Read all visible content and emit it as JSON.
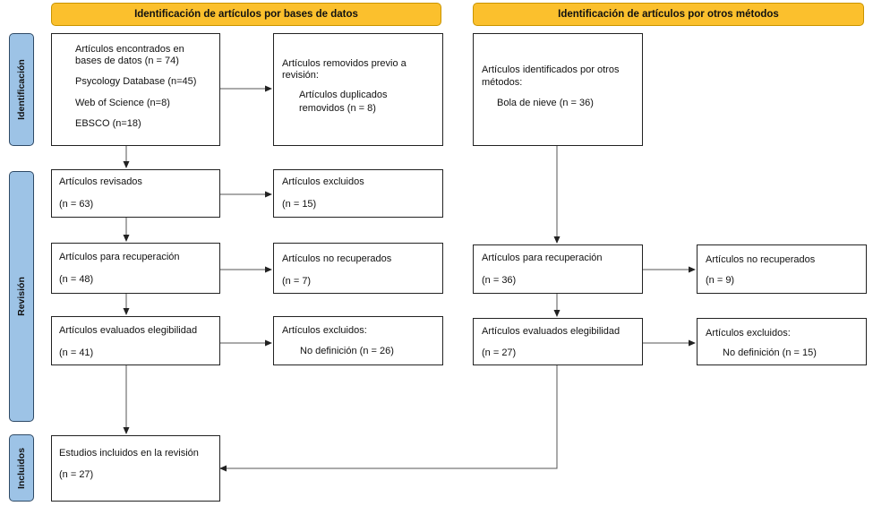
{
  "headers": {
    "databases": "Identificación de artículos por bases de datos",
    "other": "Identificación de artículos por otros métodos"
  },
  "phases": {
    "identification": "Identificación",
    "review": "Revisión",
    "included": "Incluidos"
  },
  "db": {
    "found_l1": "Artículos encontrados en",
    "found_l2": "bases de datos (n = 74)",
    "psycology": "Psycology Database (n=45)",
    "wos": "Web of Science (n=8)",
    "ebsco": "EBSCO (n=18)",
    "removed_l1": "Artículos removidos previo a",
    "removed_l2": "revisión:",
    "dup_l1": "Artículos duplicados",
    "dup_l2": "removidos  (n = 8)",
    "reviewed": "Artículos revisados",
    "reviewed_n": "(n = 63)",
    "excluded": "Artículos excluidos",
    "excluded_n": "(n = 15)",
    "retrieval": "Artículos para recuperación",
    "retrieval_n": "(n = 48)",
    "not_retrieved": "Artículos no recuperados",
    "not_retrieved_n": "(n = 7)",
    "eligibility": "Artículos evaluados elegibilidad",
    "eligibility_n": "(n = 41)",
    "excluded2": "Artículos excluidos:",
    "excluded2_reason": "No definición (n = 26)",
    "included": "Estudios incluidos en la revisión",
    "included_n": "(n = 27)"
  },
  "other": {
    "identified_l1": "Artículos identificados por otros",
    "identified_l2": "métodos:",
    "snowball": "Bola de nieve (n = 36)",
    "retrieval": "Artículos para recuperación",
    "retrieval_n": "(n = 36)",
    "not_retrieved": "Artículos no recuperados",
    "not_retrieved_n": "(n = 9)",
    "eligibility": "Artículos evaluados elegibilidad",
    "eligibility_n": "(n = 27)",
    "excluded": "Artículos excluidos:",
    "excluded_reason": "No definición (n = 15)"
  }
}
